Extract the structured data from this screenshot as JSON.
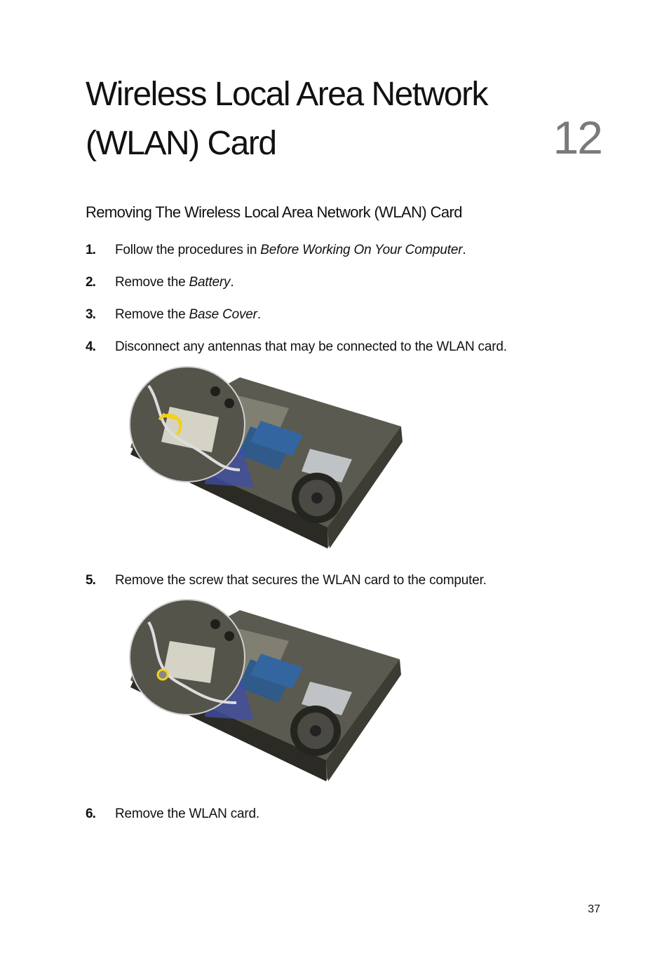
{
  "chapter": {
    "title_line1": "Wireless Local Area Network",
    "title_line2": "(WLAN) Card",
    "number": "12"
  },
  "section": {
    "title": "Removing The Wireless Local Area Network (WLAN) Card"
  },
  "steps": [
    {
      "num": "1.",
      "pre": "Follow the procedures in ",
      "em": "Before Working On Your Computer",
      "post": "."
    },
    {
      "num": "2.",
      "pre": "Remove the ",
      "em": "Battery",
      "post": "."
    },
    {
      "num": "3.",
      "pre": "Remove the ",
      "em": "Base Cover",
      "post": "."
    },
    {
      "num": "4.",
      "pre": "Disconnect any antennas that may be connected to the WLAN card.",
      "em": "",
      "post": ""
    },
    {
      "num": "5.",
      "pre": "Remove the screw that secures the WLAN card to the computer.",
      "em": "",
      "post": ""
    },
    {
      "num": "6.",
      "pre": "Remove the WLAN card.",
      "em": "",
      "post": ""
    }
  ],
  "figures": [
    {
      "name": "antenna-disconnect-photo",
      "highlight": "antenna-cables"
    },
    {
      "name": "screw-removal-photo",
      "highlight": "screw"
    }
  ],
  "colors": {
    "highlight": "#f2d21a",
    "chassis": "#3a3a33",
    "zoom_overlay": "#3f4fa8"
  },
  "page": {
    "number": "37"
  }
}
